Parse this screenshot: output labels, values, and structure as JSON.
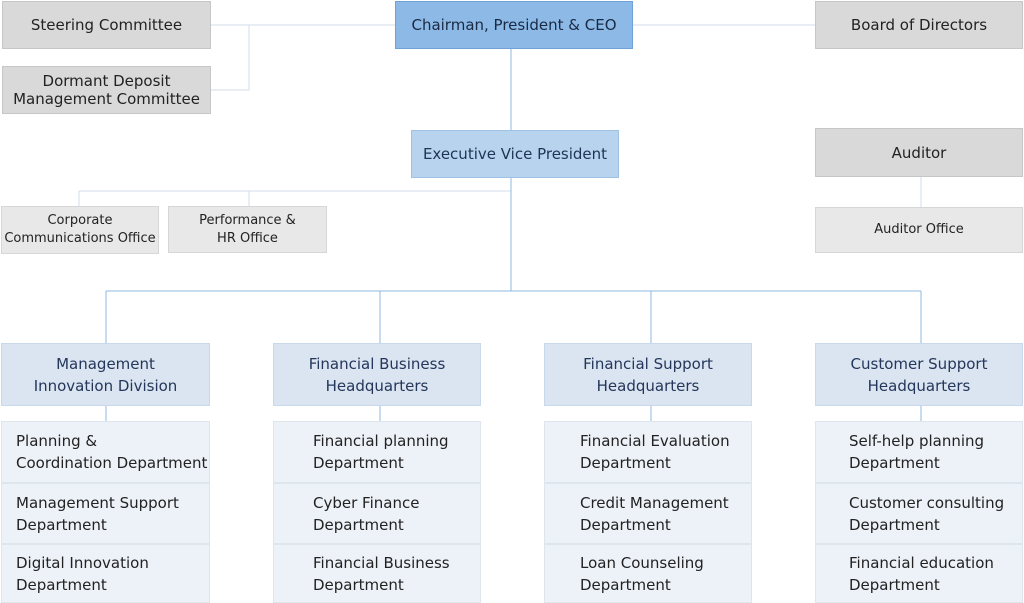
{
  "top": {
    "ceo": "Chairman, President & CEO",
    "steering": "Steering Committee",
    "dormant": "Dormant Deposit\nManagement Committee",
    "board": "Board of Directors"
  },
  "middle": {
    "evp": "Executive Vice President",
    "auditor": "Auditor",
    "auditor_office": "Auditor Office",
    "corp_comm": "Corporate\nCommunications Office",
    "perf_hr": "Performance &\nHR Office"
  },
  "divisions": [
    {
      "title": "Management\nInnovation Division",
      "departments": [
        "Planning &\nCoordination Department",
        "Management Support\nDepartment",
        "Digital Innovation\nDepartment"
      ]
    },
    {
      "title": "Financial Business\nHeadquarters",
      "departments": [
        "Financial planning\nDepartment",
        "Cyber Finance\nDepartment",
        "Financial Business\nDepartment"
      ]
    },
    {
      "title": "Financial Support\nHeadquarters",
      "departments": [
        "Financial Evaluation\nDepartment",
        "Credit Management\nDepartment",
        "Loan Counseling\nDepartment"
      ]
    },
    {
      "title": "Customer Support\nHeadquarters",
      "departments": [
        "Self-help planning\nDepartment",
        "Customer consulting\nDepartment",
        "Financial education\nDepartment"
      ]
    }
  ],
  "colors": {
    "ceo": "#8cb9e6",
    "evp": "#b8d3ee",
    "headquarters": "#dae5f1",
    "department": "#edf2f8",
    "committee": "#d9d9d9",
    "office": "#e8e8e8",
    "connector": "#9fc1e4"
  }
}
